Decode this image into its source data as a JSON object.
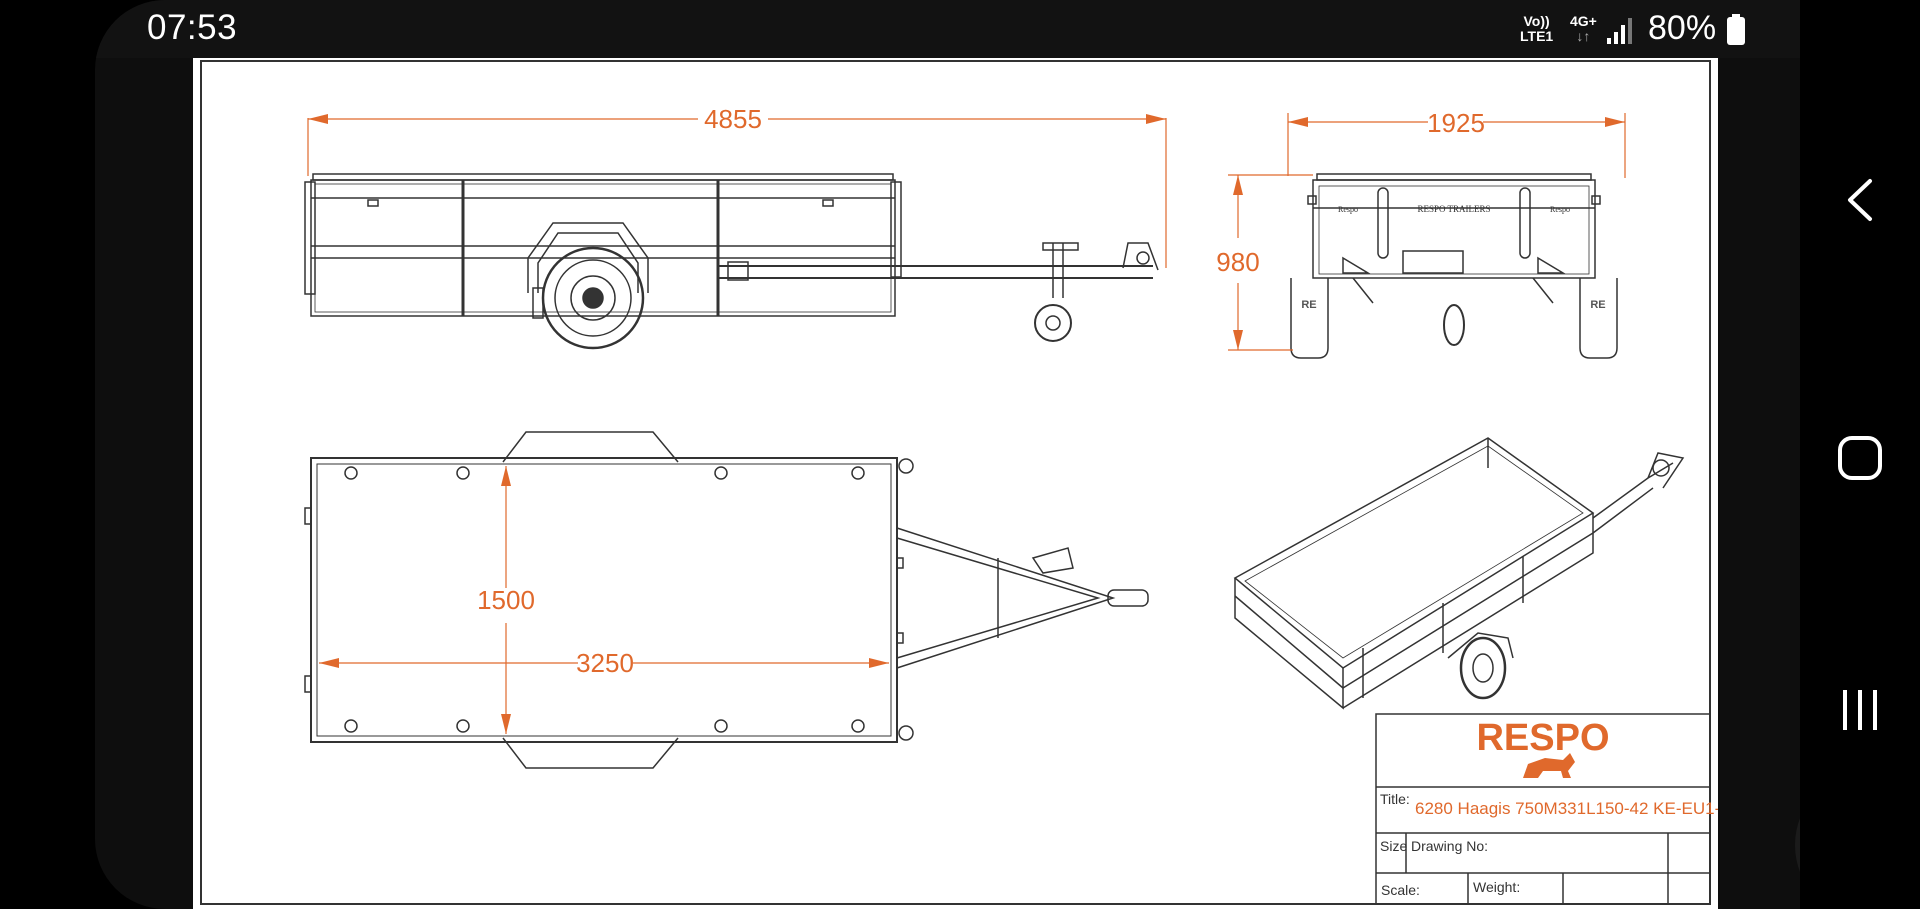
{
  "status_bar": {
    "time": "07:53",
    "volte_top": "Vo))",
    "volte_bottom": "LTE1",
    "network_top": "4G+",
    "network_bottom": "↓↑",
    "battery": "80%"
  },
  "drawing": {
    "dim_length": "4855",
    "dim_width": "1925",
    "dim_height": "980",
    "dim_inner_width": "1500",
    "dim_inner_length": "3250",
    "trailer_plate": "RESPO TRAILERS",
    "side_badge": "Respo",
    "fender_mark": "RE"
  },
  "title_block": {
    "brand": "RESPO",
    "title_label": "Title:",
    "title_value": "6280 Haagis 750M331L150-42 KE-EU1-",
    "size_label": "Size",
    "drawing_no_label": "Drawing No:",
    "scale_label": "Scale:",
    "weight_label": "Weight:"
  },
  "colors": {
    "dimension": "#e0692c",
    "line": "#333333",
    "accent": "#e0692c"
  },
  "icons": {
    "back": "chevron-left-icon",
    "home": "rounded-square-icon",
    "recents": "three-bars-icon",
    "scroll_up": "chevron-up-icon"
  }
}
